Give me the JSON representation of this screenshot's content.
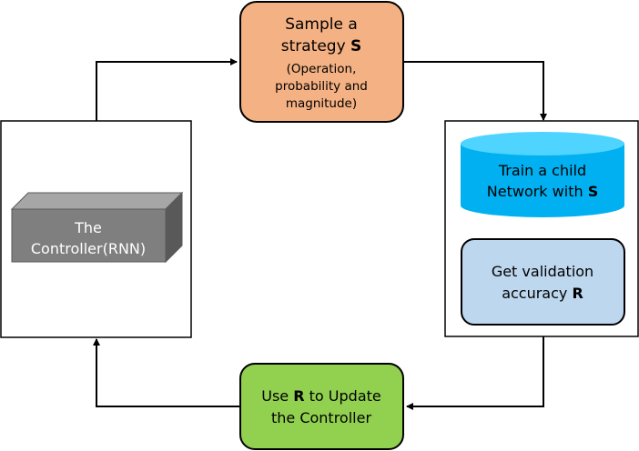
{
  "colors": {
    "sample_box_fill": "#F4B183",
    "cylinder_fill": "#00B0F0",
    "cylinder_top": "#4FD4FF",
    "validation_fill": "#BDD7EE",
    "update_fill": "#92D050",
    "controller_block_front": "#7F7F7F",
    "controller_block_top": "#A6A6A6",
    "controller_block_side": "#595959"
  },
  "sample": {
    "line1": "Sample  a",
    "line2_text": "strategy  ",
    "line2_bold": "S",
    "line3": "(Operation,",
    "line4": "probability and",
    "line5": "magnitude)"
  },
  "controller": {
    "line1": "The",
    "line2": "Controller(RNN)"
  },
  "train": {
    "line1": "Train a child",
    "line2_text": "Network with ",
    "line2_bold": "S"
  },
  "validation": {
    "line1": "Get validation",
    "line2_text": "accuracy ",
    "line2_bold": "R"
  },
  "update": {
    "line1_pre": "Use ",
    "line1_bold": "R",
    "line1_post": " to Update",
    "line2": "the Controller"
  }
}
